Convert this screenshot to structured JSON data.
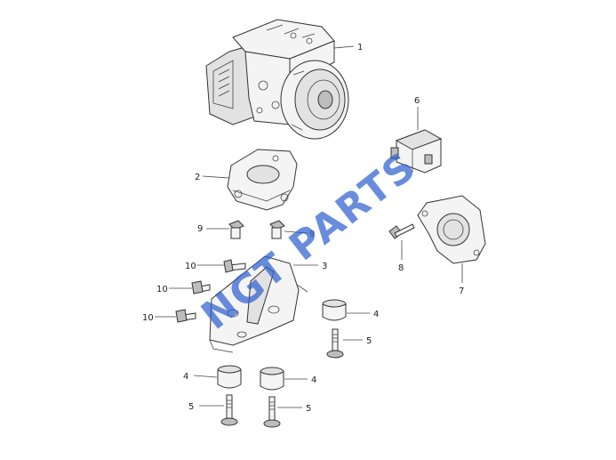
{
  "diagram": {
    "watermark": "NGT PARTS",
    "callouts": {
      "abs_unit": "1",
      "bracket_upper": "2",
      "bracket_lower": "3",
      "grommet_right": "4",
      "grommet_bottom_left": "4",
      "grommet_bottom_right": "4",
      "stud_right": "5",
      "stud_bottom_left": "5",
      "stud_bottom_right": "5",
      "sensor": "6",
      "sensor_bracket": "7",
      "sensor_screw": "8",
      "nut_left": "9",
      "nut_right": "9",
      "bolt_top": "10",
      "bolt_middle": "10",
      "bolt_bottom": "10"
    }
  }
}
